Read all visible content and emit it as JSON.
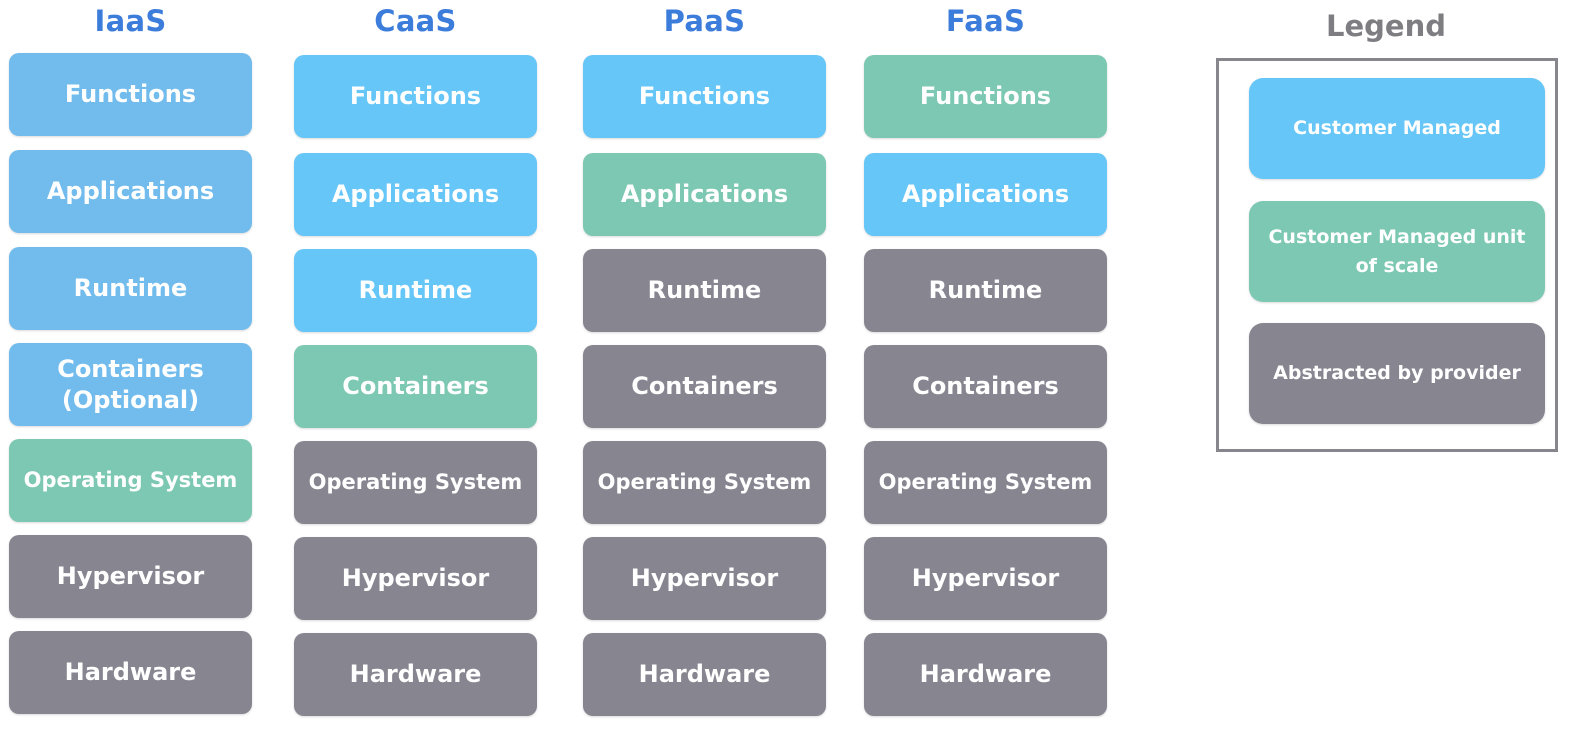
{
  "colors": {
    "title": "#3c7ddb",
    "customer_managed": "#66c6f7",
    "customer_managed_iaas": "#72bced",
    "unit_of_scale": "#7cc8b2",
    "provider": "#868590",
    "legend_title": "#7d7d82",
    "legend_border": "#86868c"
  },
  "columns": [
    {
      "title": "IaaS",
      "blocks": [
        {
          "label": "Functions",
          "kind": "customer"
        },
        {
          "label": "Applications",
          "kind": "customer"
        },
        {
          "label": "Runtime",
          "kind": "customer"
        },
        {
          "label": "Containers (Optional)",
          "kind": "customer"
        },
        {
          "label": "Operating System",
          "kind": "scale"
        },
        {
          "label": "Hypervisor",
          "kind": "provider"
        },
        {
          "label": "Hardware",
          "kind": "provider"
        }
      ]
    },
    {
      "title": "CaaS",
      "blocks": [
        {
          "label": "Functions",
          "kind": "customer"
        },
        {
          "label": "Applications",
          "kind": "customer"
        },
        {
          "label": "Runtime",
          "kind": "customer"
        },
        {
          "label": "Containers",
          "kind": "scale"
        },
        {
          "label": "Operating System",
          "kind": "provider"
        },
        {
          "label": "Hypervisor",
          "kind": "provider"
        },
        {
          "label": "Hardware",
          "kind": "provider"
        }
      ]
    },
    {
      "title": "PaaS",
      "blocks": [
        {
          "label": "Functions",
          "kind": "customer"
        },
        {
          "label": "Applications",
          "kind": "scale"
        },
        {
          "label": "Runtime",
          "kind": "provider"
        },
        {
          "label": "Containers",
          "kind": "provider"
        },
        {
          "label": "Operating System",
          "kind": "provider"
        },
        {
          "label": "Hypervisor",
          "kind": "provider"
        },
        {
          "label": "Hardware",
          "kind": "provider"
        }
      ]
    },
    {
      "title": "FaaS",
      "blocks": [
        {
          "label": "Functions",
          "kind": "scale"
        },
        {
          "label": "Applications",
          "kind": "customer"
        },
        {
          "label": "Runtime",
          "kind": "provider"
        },
        {
          "label": "Containers",
          "kind": "provider"
        },
        {
          "label": "Operating System",
          "kind": "provider"
        },
        {
          "label": "Hypervisor",
          "kind": "provider"
        },
        {
          "label": "Hardware",
          "kind": "provider"
        }
      ]
    }
  ],
  "legend": {
    "title": "Legend",
    "items": [
      {
        "label": "Customer Managed",
        "kind": "customer"
      },
      {
        "label": "Customer Managed unit of scale",
        "kind": "scale"
      },
      {
        "label": "Abstracted by provider",
        "kind": "provider"
      }
    ]
  }
}
